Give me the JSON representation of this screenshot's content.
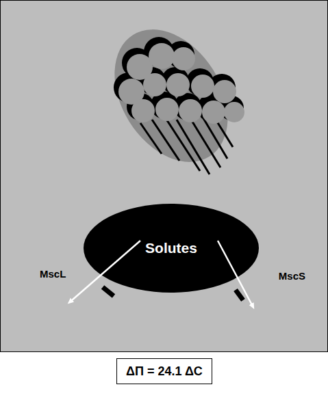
{
  "diagram": {
    "nodes": [
      {
        "text": [
          "Solutes"
        ]
      },
      {
        "text": [
          "ΔΠ = 24.1 ΔC"
        ]
      }
    ],
    "labels": [
      "MscL",
      "MscS"
    ]
  }
}
